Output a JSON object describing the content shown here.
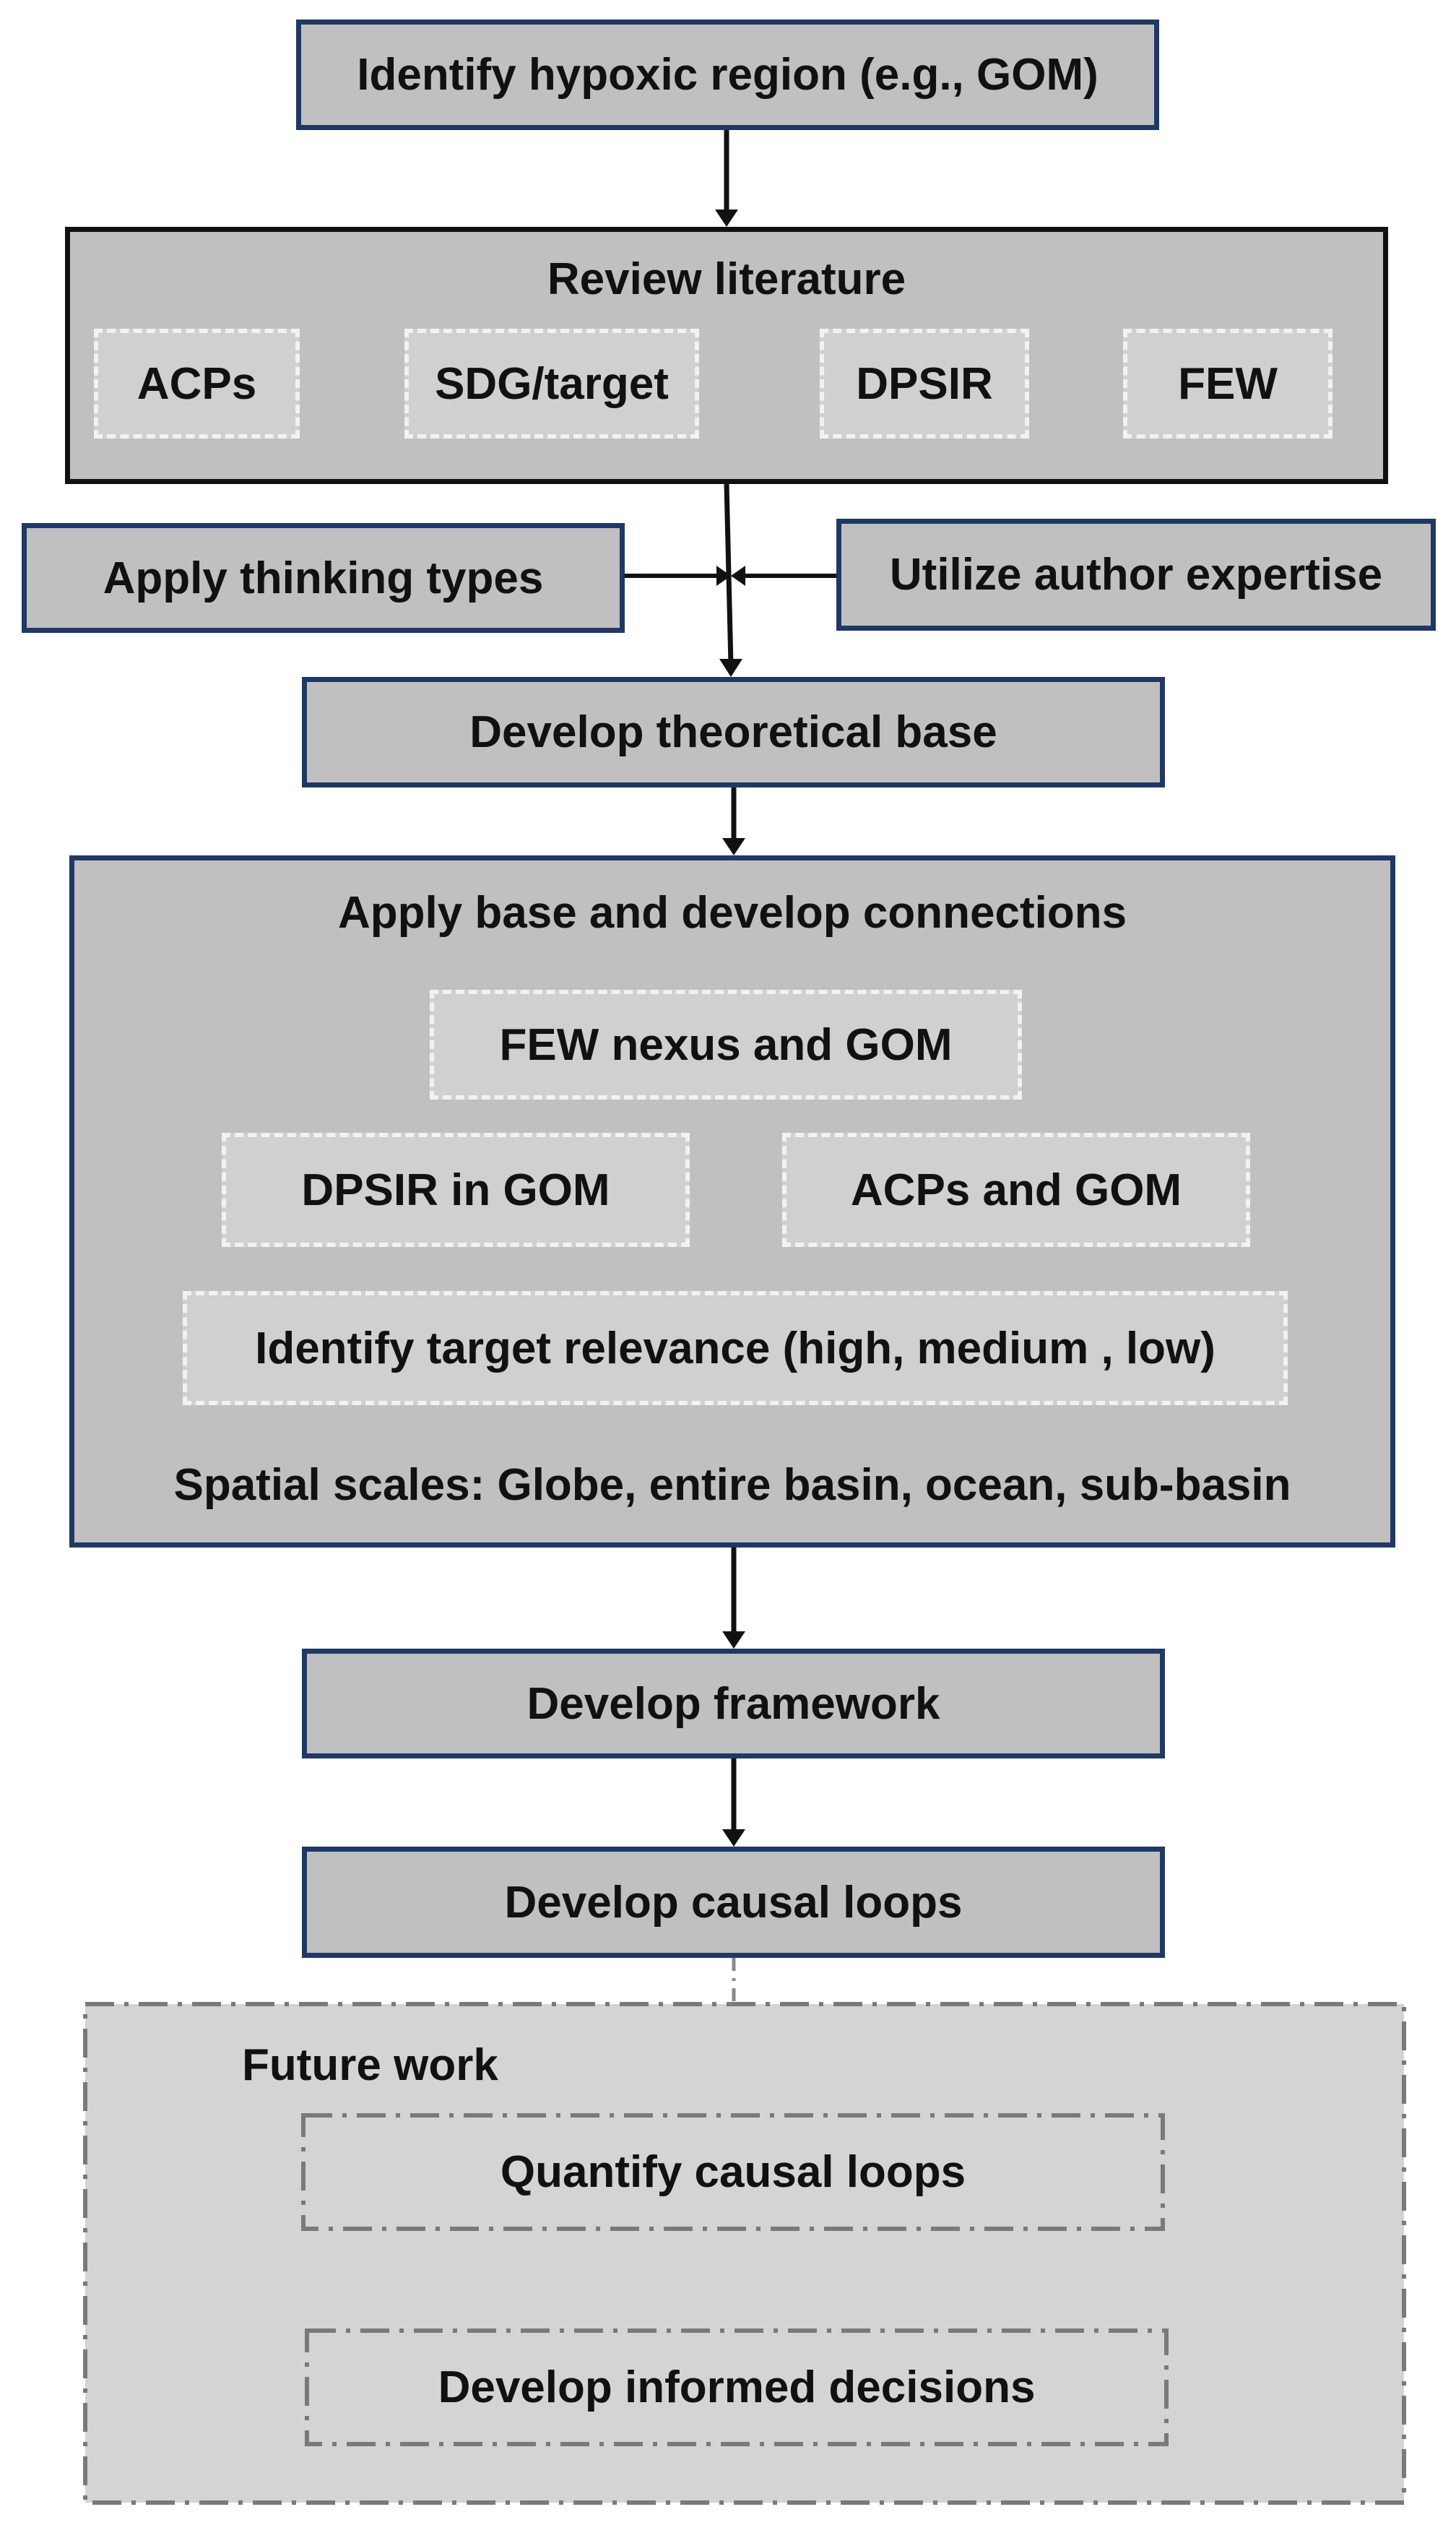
{
  "steps": {
    "identify": "Identify hypoxic region (e.g., GOM)",
    "review": {
      "title": "Review literature",
      "items": [
        "ACPs",
        "SDG/target",
        "DPSIR",
        "FEW"
      ]
    },
    "thinking": "Apply thinking types",
    "expertise": "Utilize author expertise",
    "theory": "Develop theoretical base",
    "apply": {
      "title": "Apply base and develop connections",
      "few_nexus": "FEW nexus and GOM",
      "dpsir": "DPSIR in GOM",
      "acps": "ACPs and GOM",
      "target": "Identify target relevance (high, medium , low)",
      "spatial": "Spatial scales: Globe, entire basin, ocean, sub-basin"
    },
    "framework": "Develop framework",
    "causal": "Develop causal loops",
    "future": {
      "title": "Future work",
      "quantify": "Quantify causal loops",
      "decisions": "Develop informed decisions"
    }
  },
  "colors": {
    "box_fill": "#c0c0c0",
    "box_border": "#1f3864",
    "review_border": "#111111",
    "future_fill": "#d4d4d4",
    "future_border": "#7a7a7a",
    "dashed_border": "#f2f2f2"
  }
}
